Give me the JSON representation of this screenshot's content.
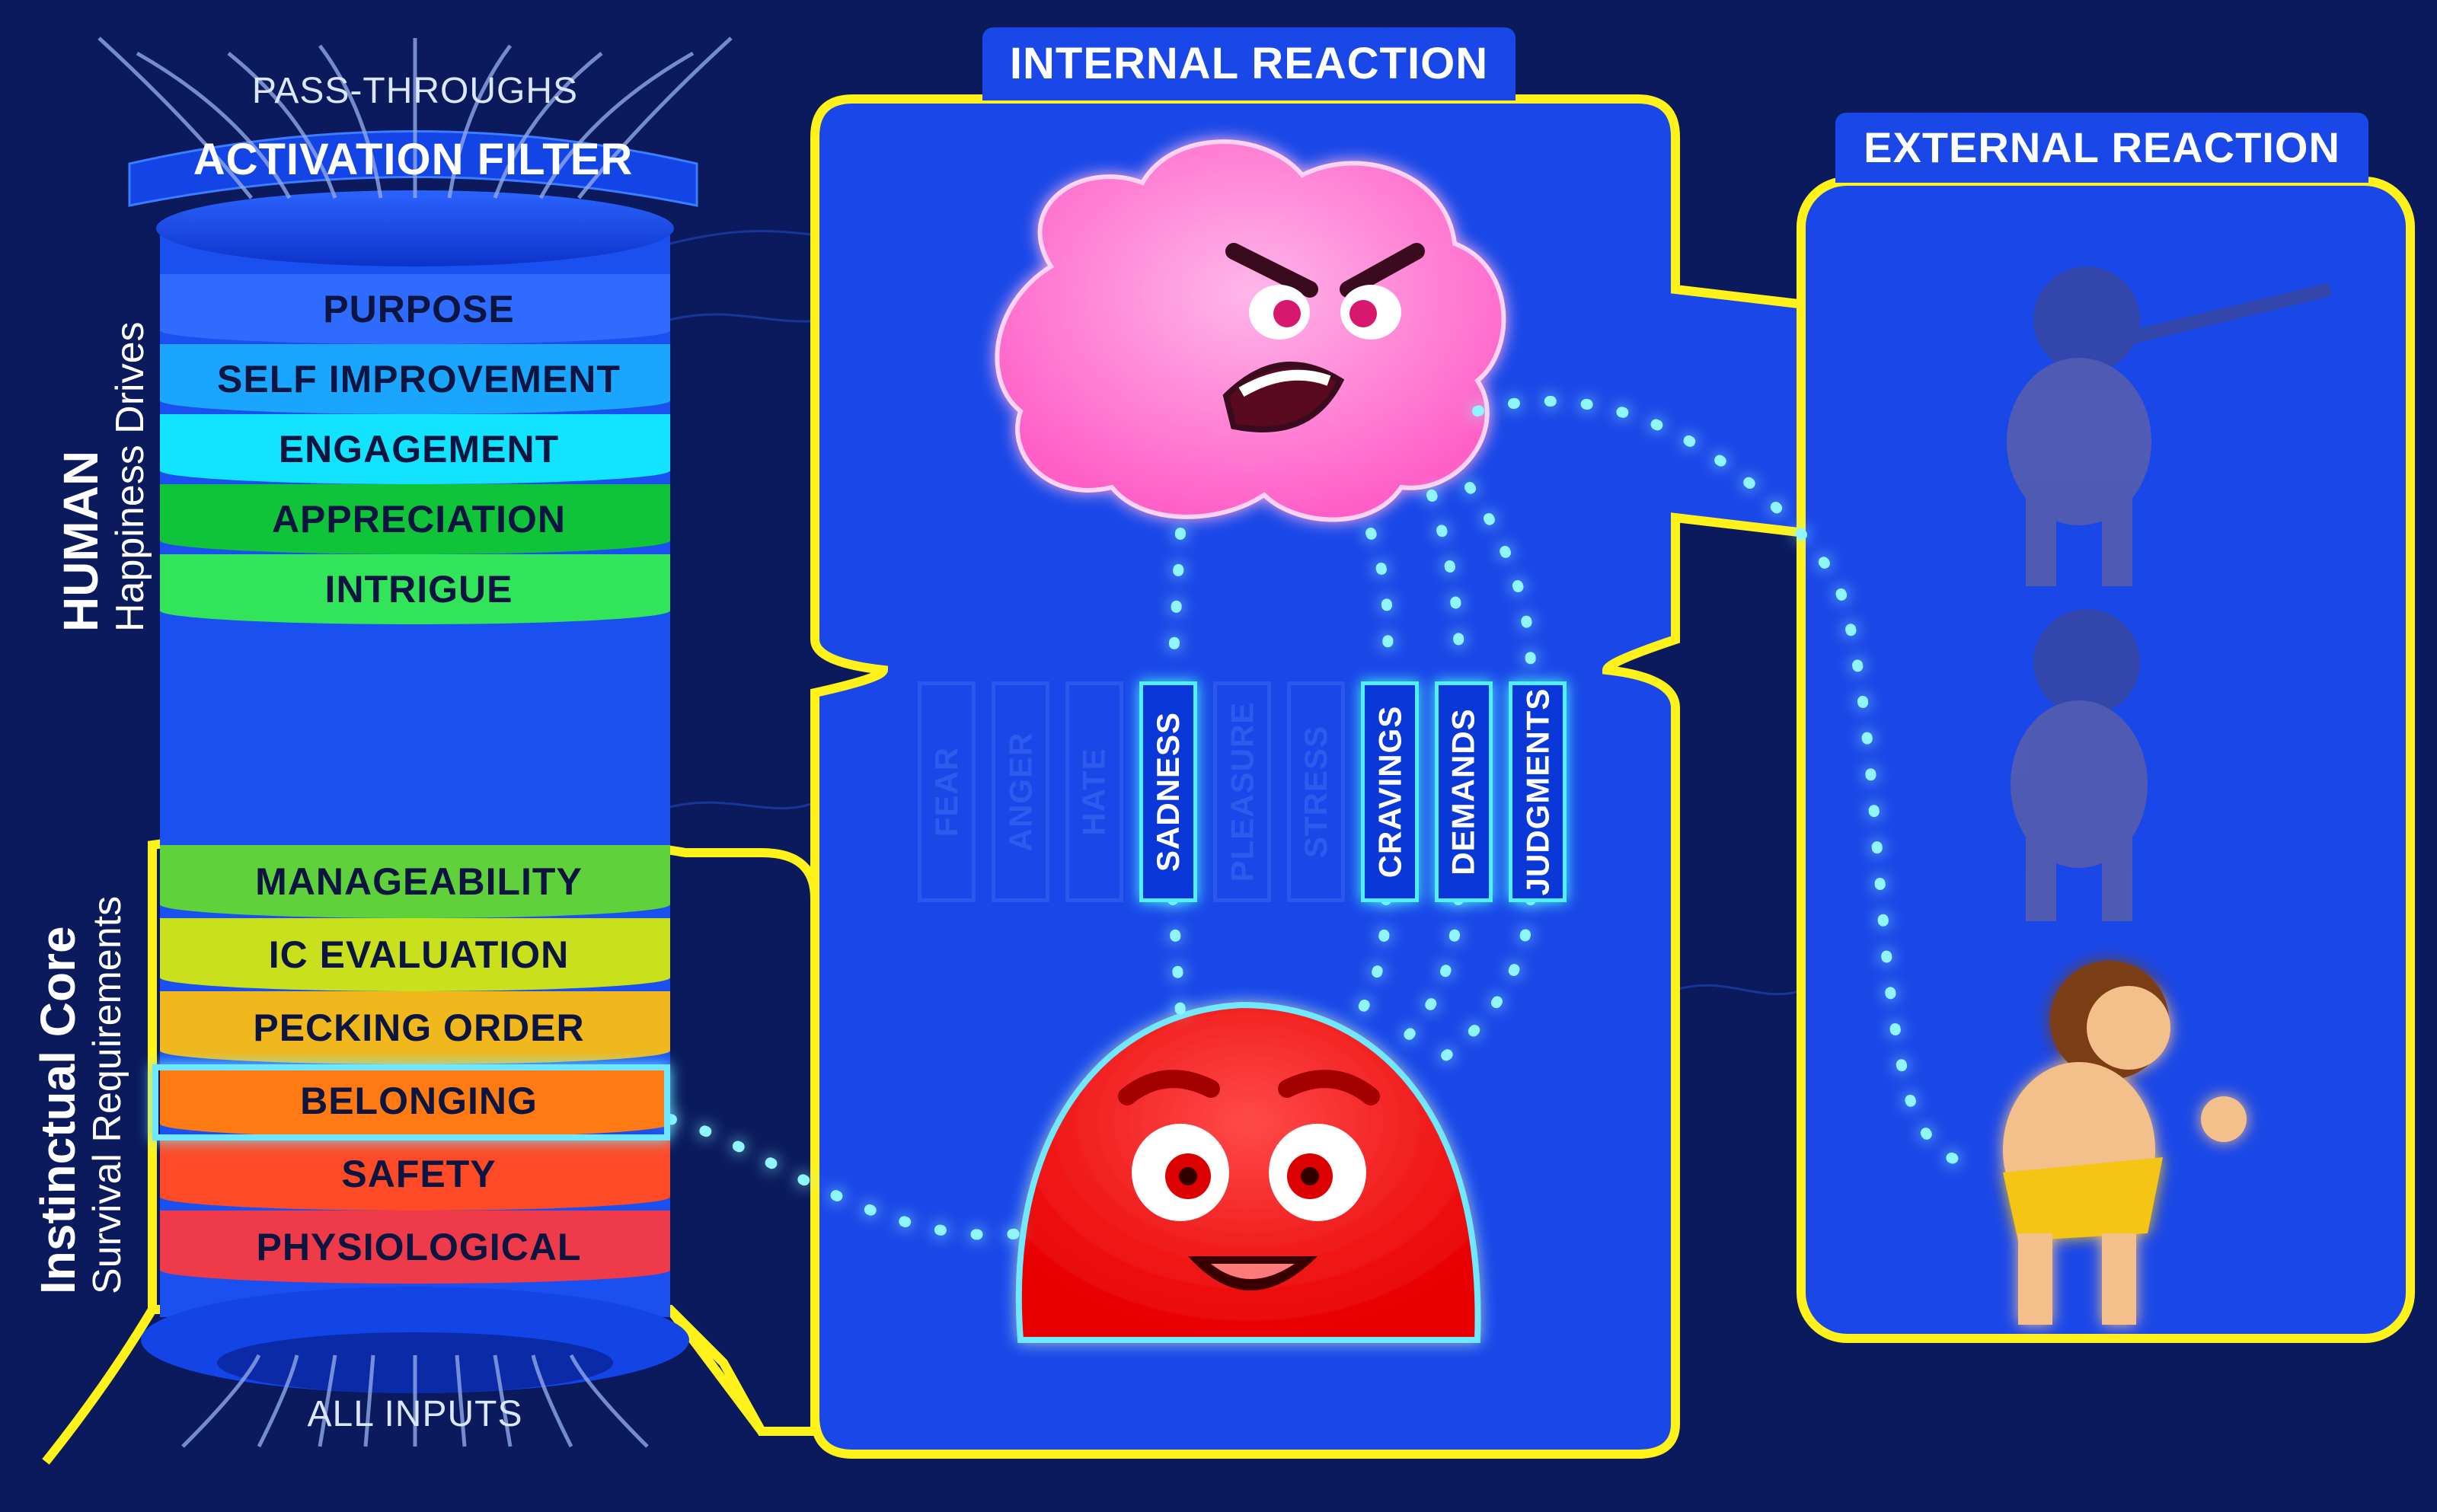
{
  "filter": {
    "pass_throughs": "PASS-THROUGHS",
    "activation_filter": "ACTIVATION FILTER",
    "all_inputs": "ALL INPUTS",
    "human_title": "HUMAN",
    "human_subtitle": "Happiness Drives",
    "core_title": "Instinctual Core",
    "core_subtitle": "Survival Requirements",
    "human_bands": [
      {
        "label": "PURPOSE",
        "color": "#2f6bff"
      },
      {
        "label": "SELF IMPROVEMENT",
        "color": "#1aa6ff"
      },
      {
        "label": "ENGAGEMENT",
        "color": "#12e3ff"
      },
      {
        "label": "APPRECIATION",
        "color": "#10c43a"
      },
      {
        "label": "INTRIGUE",
        "color": "#32e45a"
      }
    ],
    "core_bands": [
      {
        "label": "MANAGEABILITY",
        "color": "#5fd13a"
      },
      {
        "label": "IC EVALUATION",
        "color": "#c9e11c"
      },
      {
        "label": "PECKING ORDER",
        "color": "#f0b81c"
      },
      {
        "label": "BELONGING",
        "color": "#ff7a12"
      },
      {
        "label": "SAFETY",
        "color": "#ff4a28"
      },
      {
        "label": "PHYSIOLOGICAL",
        "color": "#ef3a4a"
      }
    ]
  },
  "internal": {
    "title": "INTERNAL REACTION",
    "emotions": [
      {
        "label": "FEAR",
        "active": false
      },
      {
        "label": "ANGER",
        "active": false
      },
      {
        "label": "HATE",
        "active": false
      },
      {
        "label": "SADNESS",
        "active": true
      },
      {
        "label": "PLEASURE",
        "active": false
      },
      {
        "label": "STRESS",
        "active": false
      },
      {
        "label": "CRAVINGS",
        "active": true
      },
      {
        "label": "DEMANDS",
        "active": true
      },
      {
        "label": "JUDGMENTS",
        "active": true
      }
    ]
  },
  "external": {
    "title": "EXTERNAL REACTION"
  },
  "colors": {
    "background": "#0a1a5c",
    "panel": "#1a47e8",
    "outline": "#fff21a",
    "glow": "#4ff0ff",
    "brain": "#ff7ad0",
    "core_blob": "#ff1e1e"
  }
}
